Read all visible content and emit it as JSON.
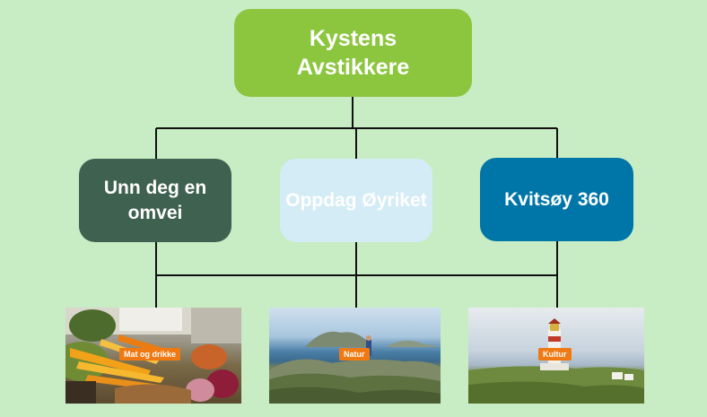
{
  "root": {
    "label": "Kystens Avstikkere",
    "bg": "#8cc63f",
    "color": "#ffffff"
  },
  "branches": [
    {
      "label": "Unn deg en omvei",
      "bg": "#3f6150",
      "color": "#ffffff"
    },
    {
      "label": "Oppdag Øyriket",
      "bg": "#d4ecf6",
      "color": "#ffffff"
    },
    {
      "label": "Kvitsøy 360",
      "bg": "#0076a8",
      "color": "#ffffff"
    }
  ],
  "photos": [
    {
      "tag": "Mat og drikke",
      "icon": "vegetables-photo"
    },
    {
      "tag": "Natur",
      "icon": "coastal-landscape-photo"
    },
    {
      "tag": "Kultur",
      "icon": "lighthouse-photo"
    }
  ],
  "colors": {
    "background": "#c8ecc4",
    "connector": "#111111",
    "tag": "#ef7a14"
  }
}
